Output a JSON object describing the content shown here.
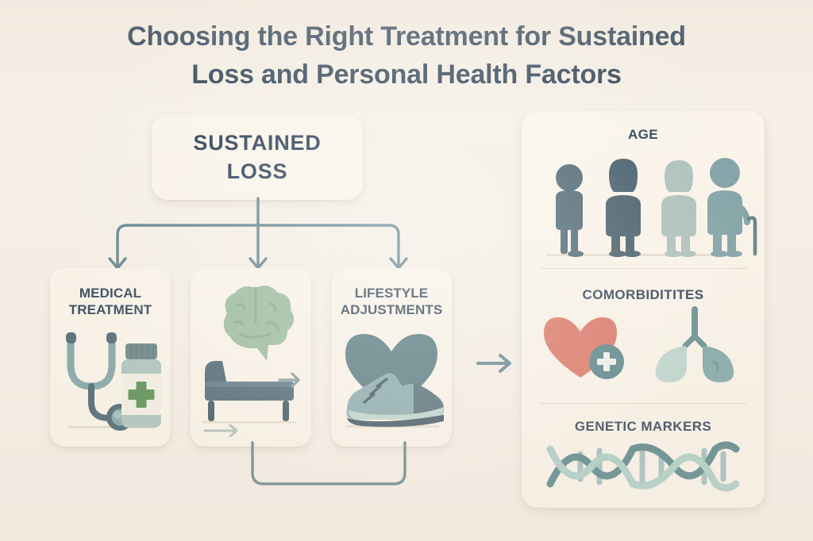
{
  "title": {
    "line1": "Choosing the Right Treatment for Sustained",
    "line2": "Loss and Personal Health Factors"
  },
  "colors": {
    "background": "#f5efe6",
    "card": "#faf4ea",
    "text_navy": "#24394f",
    "connector": "#5d7f8b",
    "divider": "#e3d8c7",
    "teal_dark": "#3e5c6b",
    "teal_mid": "#5f8a90",
    "teal_light": "#9dbcbd",
    "teal_pale": "#c2d8d4",
    "green_brain": "#93b79a",
    "green_cross": "#4f8a4c",
    "red_heart": "#d96e5e",
    "slate_dark": "#47606d"
  },
  "root_node": {
    "line1": "SUSTAINED",
    "line2": "LOSS"
  },
  "options": [
    {
      "label_line1": "MEDICAL",
      "label_line2": "TREATMENT",
      "icons": [
        "stethoscope-icon",
        "pill-bottle-icon"
      ]
    },
    {
      "label_line1": "",
      "label_line2": "",
      "icons": [
        "brain-icon",
        "therapy-couch-icon",
        "arrow-right-icon"
      ]
    },
    {
      "label_line1": "LIFESTYLE",
      "label_line2": "ADJUSTMENTS",
      "icons": [
        "heart-icon",
        "running-shoe-icon"
      ]
    }
  ],
  "factors": [
    {
      "title": "AGE",
      "icons": [
        "person-child-icon",
        "person-adult-icon",
        "person-senior-icon",
        "person-elder-cane-icon"
      ]
    },
    {
      "title": "COMORBIDITITES",
      "icons": [
        "heart-plus-icon",
        "lungs-icon"
      ]
    },
    {
      "title": "GENETIC MARKERS",
      "icons": [
        "dna-helix-icon"
      ]
    }
  ],
  "connectors": {
    "branch": "branch-connector-three-way",
    "loop": "loop-connector-bottom",
    "to_panel": "arrow-right-to-factors"
  }
}
